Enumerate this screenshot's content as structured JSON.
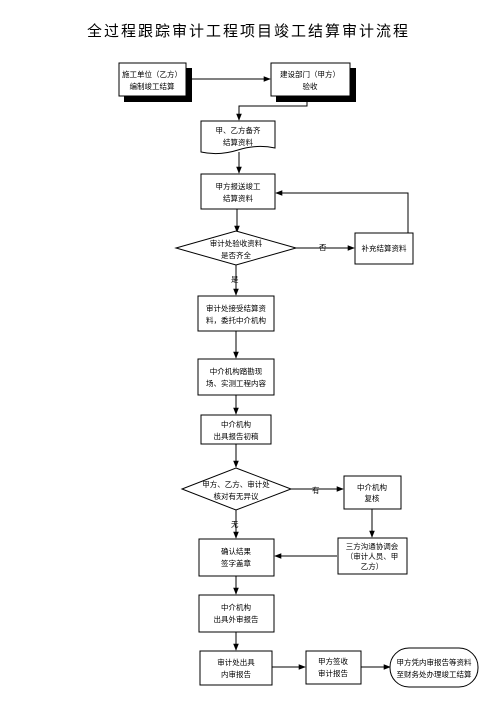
{
  "title": "全过程跟踪审计工程项目竣工结算审计流程",
  "nodes": {
    "contractor": [
      "施工单位（乙方）",
      "编制竣工结算"
    ],
    "acceptance": [
      "建设部门（甲方）",
      "验收"
    ],
    "docs": [
      "甲、乙方备齐",
      "结算资料"
    ],
    "submit": [
      "甲方报送竣工",
      "结算资料"
    ],
    "check_complete": [
      "审计处验收资料",
      "是否齐全"
    ],
    "supplement": [
      "补充结算资料"
    ],
    "accept_entrust": [
      "审计处接受结算资",
      "料，委托中介机构"
    ],
    "site_survey": [
      "中介机构踏勘现",
      "场、实测工程内容"
    ],
    "draft_report": [
      "中介机构",
      "出具报告初稿"
    ],
    "verify_objection": [
      "甲方、乙方、审计处",
      "核对有无异议"
    ],
    "review": [
      "中介机构",
      "复核"
    ],
    "coordinate": [
      "三方沟通协调会",
      "（审计人员、甲",
      "乙方）"
    ],
    "confirm_sign": [
      "确认结果",
      "签字盖章"
    ],
    "external_report": [
      "中介机构",
      "出具外审报告"
    ],
    "internal_report": [
      "审计处出具",
      "内审报告"
    ],
    "party_a_sign": [
      "甲方签收",
      "审计报告"
    ],
    "final_settlement": [
      "甲方凭内审报告等资料",
      "至财务处办理竣工结算"
    ]
  },
  "labels": {
    "no_1": "否",
    "yes_1": "是",
    "yes_2": "有",
    "no_2": "无"
  }
}
